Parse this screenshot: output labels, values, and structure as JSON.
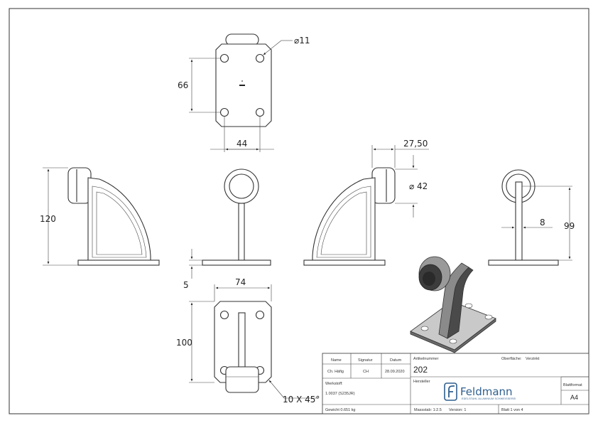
{
  "dimensions": {
    "hole_dia": "⌀11",
    "hole_spacing_vertical": "66",
    "hole_spacing_horizontal": "44",
    "roller_offset": "27,50",
    "roller_dia": "⌀ 42",
    "total_height": "120",
    "plate_thickness": "5",
    "plate_width": "74",
    "plate_length": "100",
    "chamfer": "10 X 45°",
    "web_thickness": "8",
    "axis_height": "99"
  },
  "title_block": {
    "name_label": "Name",
    "signature_label": "Signatur",
    "date_label": "Datum",
    "name_value": "Ch. Häfig",
    "signature_value": "CH",
    "date_value": "28.09.2020",
    "article_label": "Artikelnummer",
    "article_value": "202",
    "surface_label": "Oberfläche:",
    "surface_value": "Verzinkt",
    "material_label": "Werkstoff:",
    "material_value": "1.0037 (S235JR)",
    "manufacturer_label": "Hersteller",
    "brand_name": "Feldmann",
    "brand_tagline": "EDELSTAHL ALUMINIUM SCHWEISSEREI",
    "format_label": "Blattformat",
    "format_value": "A4",
    "weight": "Gewicht 0.651 kg",
    "scale": "Massstab: 1:2.5",
    "version": "Version: 1",
    "sheet": "Blatt 1 von 4"
  }
}
